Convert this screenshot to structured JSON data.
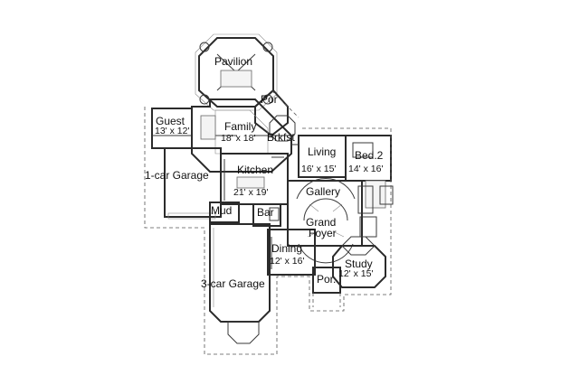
{
  "rooms": {
    "pavilion": {
      "name": "Pavilion"
    },
    "porch_top": {
      "name": "Por"
    },
    "guest": {
      "name": "Guest",
      "size": "13' x 12'"
    },
    "family": {
      "name": "Family",
      "size": "18' x 18'"
    },
    "brkfst": {
      "name": "Brkfst"
    },
    "living": {
      "name": "Living",
      "size": "16' x 15'"
    },
    "bed2": {
      "name": "Bed.2",
      "size": "14' x 16'"
    },
    "garage1": {
      "name": "1-car Garage"
    },
    "kitchen": {
      "name": "Kitchen",
      "size": "21' x 19'"
    },
    "gallery": {
      "name": "Gallery"
    },
    "mud": {
      "name": "Mud"
    },
    "bar": {
      "name": "Bar"
    },
    "grand_foyer": {
      "name": "Grand",
      "name2": "Foyer"
    },
    "dining": {
      "name": "Dining",
      "size": "12' x 16'"
    },
    "study": {
      "name": "Study",
      "size": "12' x 15'"
    },
    "garage3": {
      "name": "3-car Garage"
    },
    "porch_front": {
      "name": "Por."
    }
  }
}
